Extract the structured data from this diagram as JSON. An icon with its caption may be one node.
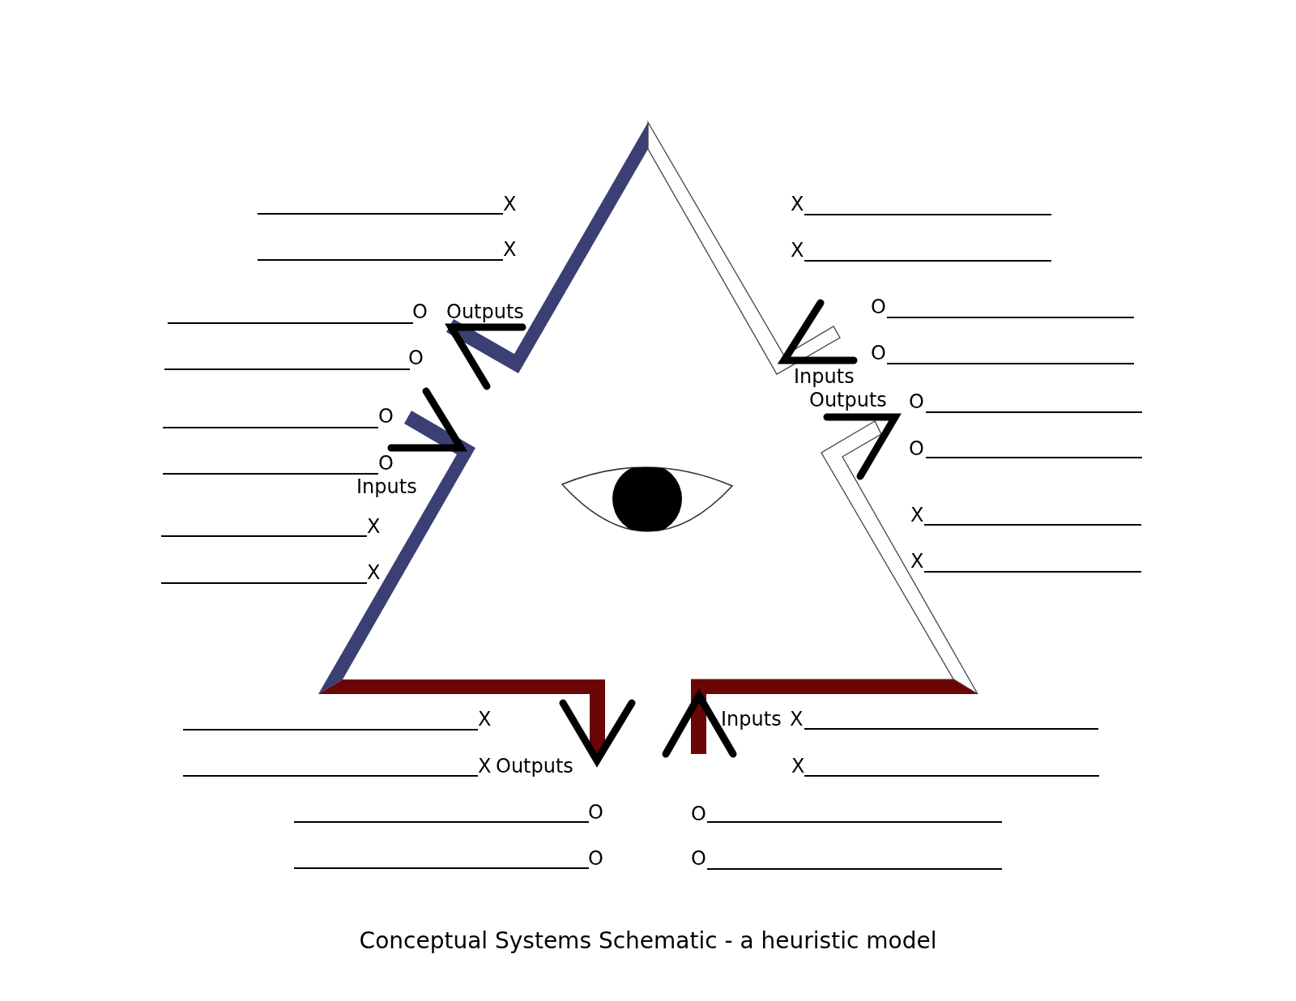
{
  "diagram": {
    "caption": "Conceptual Systems Schematic - a heuristic model",
    "labels": [
      "X",
      "X",
      "X",
      "X",
      "O",
      "Outputs",
      "O",
      "O",
      "O",
      "Inputs",
      "Outputs",
      "O",
      "O",
      "O",
      "O",
      "Inputs",
      "X",
      "X",
      "X",
      "X",
      "X",
      "Inputs",
      "X",
      "X",
      "Outputs",
      "X",
      "O",
      "O",
      "O",
      "O"
    ]
  }
}
